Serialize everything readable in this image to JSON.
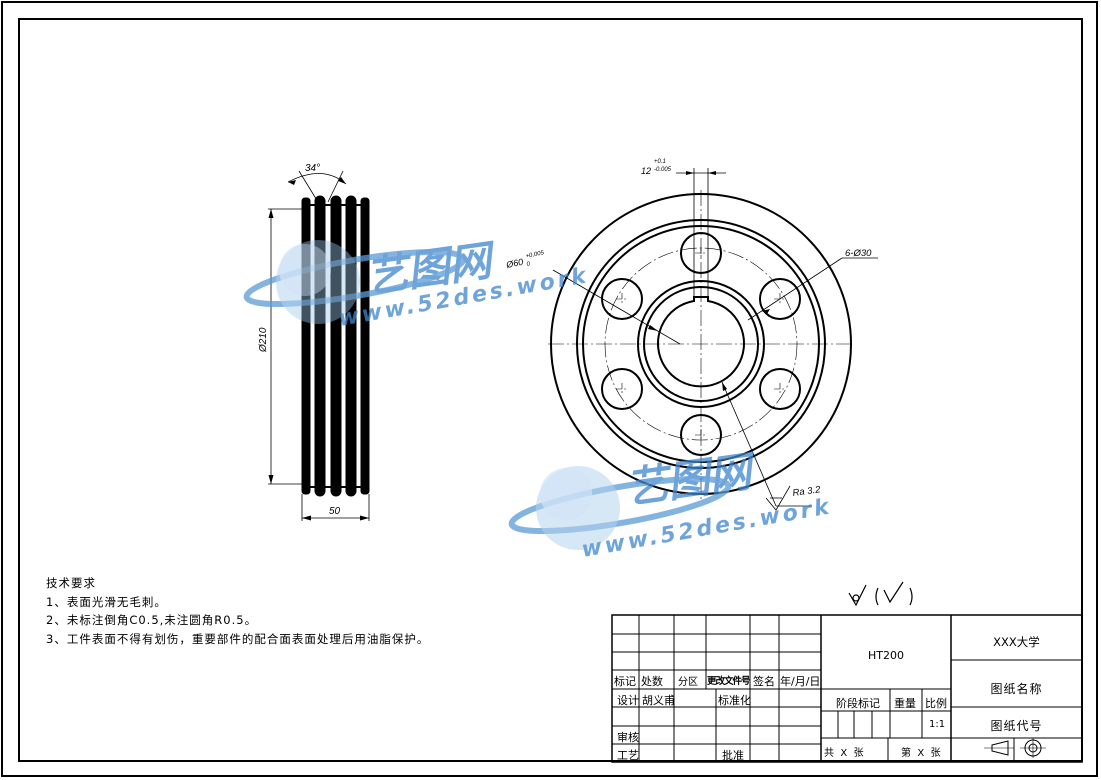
{
  "drawing": {
    "side_view": {
      "angle_label": "34°",
      "diameter_label": "Ø210",
      "width_label": "50"
    },
    "front_view": {
      "keyway_label": "12",
      "keyway_tol_upper": "+0.1",
      "keyway_tol_lower": "-0.005",
      "bore_label": "Ø60",
      "bore_tol_upper": "+0.005",
      "bore_tol_lower": "0",
      "holes_label": "6-Ø30",
      "roughness_label": "Ra 3.2"
    }
  },
  "watermark": {
    "brand_text": "艺图网",
    "url_text": "www.52des.work"
  },
  "surface_symbol": {
    "text": "√ ( √ )"
  },
  "tech_requirements": {
    "heading": "技术要求",
    "items": [
      "1、表面光滑无毛刺。",
      "2、未标注倒角C0.5,未注圆角R0.5。",
      "3、工件表面不得有划伤，重要部件的配合面表面处理后用油脂保护。"
    ]
  },
  "title_block": {
    "header_cols": [
      "标记",
      "处数",
      "分区",
      "更改文件号",
      "签名",
      "年/月/日"
    ],
    "design_label": "设计",
    "designer": "胡义甫",
    "standardize_label": "标准化",
    "review_label": "审核",
    "process_label": "工艺",
    "approve_label": "批准",
    "material": "HT200",
    "stage_label": "阶段标记",
    "weight_label": "重量",
    "scale_label": "比例",
    "scale_value": "1:1",
    "sheets_total": "共  X  张",
    "sheet_no": "第  X  张",
    "school": "XXX大学",
    "drawing_name": "图纸名称",
    "drawing_code": "图纸代号"
  }
}
